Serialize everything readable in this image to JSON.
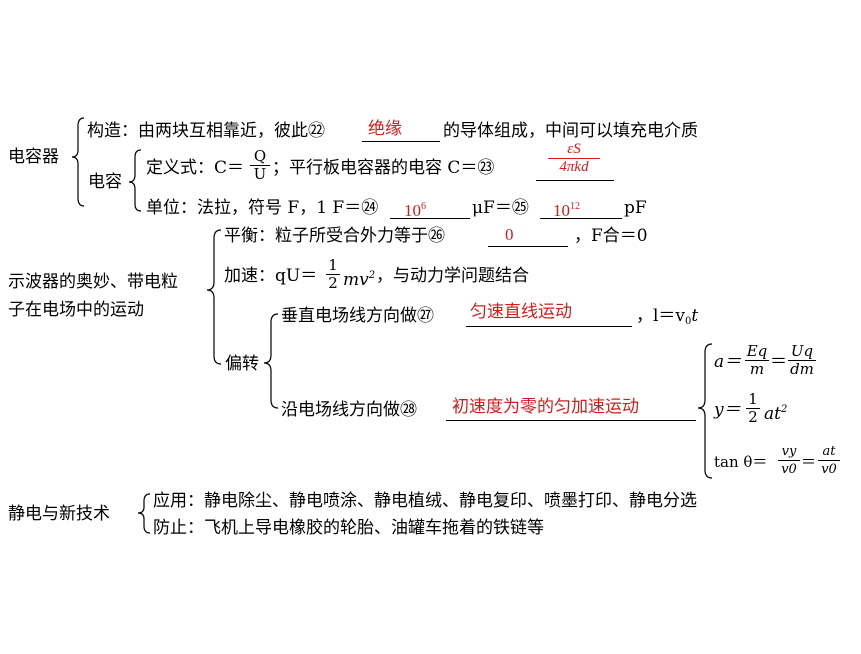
{
  "capacitor": {
    "title": "电容器",
    "structure_label": "构造：由两块互相靠近，彼此㉒",
    "structure_blank": "绝缘",
    "structure_end": "的导体组成，中间可以填充电介质",
    "capacitance_label": "电容",
    "definition_prefix": "定义式：C＝",
    "definition_num": "Q",
    "definition_den": "U",
    "definition_rest": "；平行板电容器的电容 C＝㉓",
    "parallel_num": "εS",
    "parallel_den": "4πkd",
    "unit_prefix": "单位：法拉，符号 F，1 F＝㉔",
    "unit_blank1_base": "10",
    "unit_blank1_exp": "6",
    "unit_mid": "μF＝㉕",
    "unit_blank2_base": "10",
    "unit_blank2_exp": "12",
    "unit_end": "pF"
  },
  "oscilloscope": {
    "title_line1": "示波器的奥妙、带电粒",
    "title_line2": "子在电场中的运动",
    "balance_label": "平衡：粒子所受合外力等于㉖",
    "balance_blank": "0",
    "balance_end": "，F合＝0",
    "accel_prefix": "加速：qU＝",
    "accel_num": "1",
    "accel_den": "2",
    "accel_expr": "mv",
    "accel_exp": "2",
    "accel_end": "，与动力学问题结合",
    "deflect_label": "偏转",
    "perp_label": "垂直电场线方向做㉗",
    "perp_blank": "匀速直线运动",
    "perp_end": "，l＝v",
    "perp_sub": "0",
    "perp_t": "t",
    "along_label": "沿电场线方向做㉘",
    "along_blank": "初速度为零的匀加速运动",
    "a_prefix": "a＝",
    "a_num1": "Eq",
    "a_den1": "m",
    "a_eq": "＝",
    "a_num2": "Uq",
    "a_den2": "dm",
    "y_prefix": "y＝",
    "y_num": "1",
    "y_den": "2",
    "y_expr": "at",
    "y_exp": "2",
    "tan_prefix": "tan θ＝",
    "tan_num1": "vy",
    "tan_den1": "v0",
    "tan_num2": "at",
    "tan_den2": "v0"
  },
  "electrostatics": {
    "title": "静电与新技术",
    "application": "应用：静电除尘、静电喷涂、静电植绒、静电复印、喷墨打印、静电分选",
    "prevention": "防止：飞机上导电橡胶的轮胎、油罐车拖着的铁链等"
  }
}
